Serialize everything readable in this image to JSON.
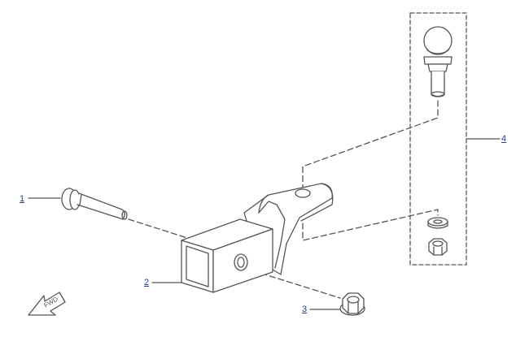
{
  "callouts": [
    {
      "label": "1"
    },
    {
      "label": "2"
    },
    {
      "label": "3"
    },
    {
      "label": "4"
    }
  ],
  "fwd_label": "FWD",
  "colors": {
    "line": "#555555",
    "callout_text": "#1f3f8f",
    "fill": "#ffffff"
  }
}
